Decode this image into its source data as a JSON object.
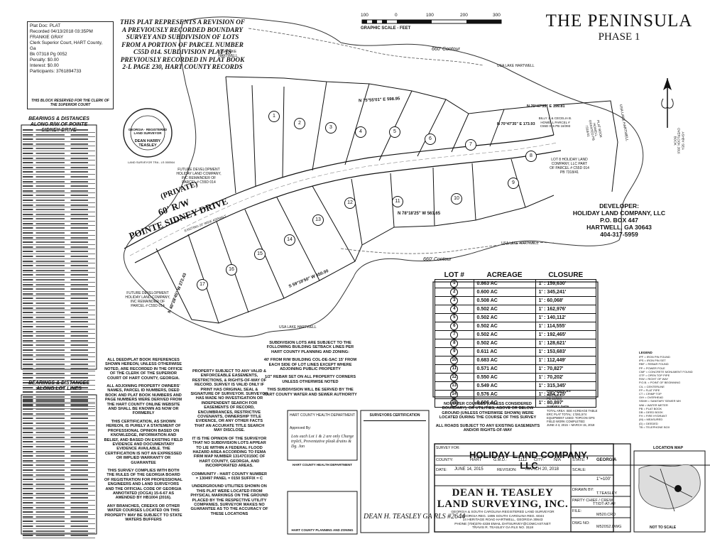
{
  "recording": {
    "lines": [
      "Plat Doc: PLAT",
      "Recorded 04/13/2018 03:35PM",
      "",
      "FRANKIE GRAY",
      "Clerk Superior Court, HART County,",
      "Ga",
      "Bk 07318 Pg 0052",
      "Penalty: $0.00",
      "Interest: $0.00",
      "Participants: 3761894733"
    ],
    "footer": "THIS BLOCK RESERVED FOR THE CLERK OF THE SUPERIOR COURT"
  },
  "header_note": "THIS PLAT REPRESENTS A REVISION OF A PREVIOUSLY RECORDED BOUNDARY SURVEY AND SUBDIVISION OF LOTS FROM A PORTION OF PARCEL NUMBER C55D 014. SUBDIVISION PLAT IS PREVIOUSLY RECORDED IN PLAT BOOK 2-L PAGE 230, HART COUNTY RECORDS",
  "title": {
    "name": "THE PENINSULA",
    "phase": "PHASE 1"
  },
  "scale_bar": {
    "ticks": [
      "100",
      "0",
      "100",
      "200",
      "300"
    ],
    "caption": "GRAPHIC SCALE - FEET"
  },
  "seal": {
    "ring": "GEORGIA · REGISTERED LAND SURVEYOR",
    "name": "DEAN HARRY TEASLEY",
    "caption": "LAND SURVEYOR TRA - LS 000564"
  },
  "map_labels": {
    "road_private": "(PRIVATE)",
    "road_row": "60' R/W",
    "road_name": "POINTE SIDNEY DRIVE",
    "road_asphalt": "EXISTING 20' WIDE ASPHALT",
    "contour_top": "660' Contour",
    "contour_bottom": "660' Contour",
    "usa_lake_1": "USA LAKE HARTWELL",
    "usa_lake_2": "USA LAKE HARTWELL",
    "usa_lake_3": "USA LAKE HARTWELL",
    "usa_lake_4": "USA LAKE HARTWELL",
    "usa_lake_5": "USA LAKE HARTWELL",
    "future_dev_1": "FUTURE DEVELOPMENT HOLIDAY LAND COMPANY, INC REMAINDER OF PARCEL # C55D 014",
    "future_dev_2": "FUTURE DEVELOPMENT HOLIDAY LAND COMPANY, INC REMAINDER OF PARCEL # C55D 014",
    "brg_top": "N 75°55'01\" E 598.95",
    "brg_mid": "N 78°18'25\" W 561.65",
    "brg_bottom": "S 59°19'50\" W 550.00",
    "brg_left": "N 40°28'45\" W 272.43",
    "brg_r1": "N 70°47'35\" E 173.93",
    "brg_r2": "N 70°47'35\" E 199.81",
    "lot8_owner": "LOT 8 HOLIDAY LAND COMPANY, LLC PART OF PARCEL # C55D 014 PB 7318/41",
    "billy": "BILLY J. & CECELIA B. HOWELL PARCEL # C55D 015 PB 18/393",
    "pb_note": "PLAT BOOK HOWELL GRANTED PB 7318/41",
    "sidebar_right": "ASHBY SEA OVERLOOK 2016 BOOK"
  },
  "lots_on_map": [
    "1",
    "2",
    "3",
    "4",
    "5",
    "6",
    "7",
    "8",
    "9",
    "10",
    "11",
    "12",
    "13",
    "14",
    "15",
    "16",
    "17"
  ],
  "bearings_drive": {
    "title": "BEARINGS & DISTANCES ALONG R/W OF POINTE SIDNEY DRIVE",
    "rows": 60
  },
  "bearings_lots": {
    "title": "BEARINGS & DISTANCES ALONG LOT LINES",
    "rows": 30
  },
  "notes_left": [
    "ALL DEED/PLAT BOOK REFERENCES SHOWN HEREON, UNLESS OTHERWISE NOTED, ARE RECORDED IN THE OFFICE OF THE CLERK OF THE SUPERIOR COURT OF HART COUNTY, GEORGIA.",
    "ALL ADJOINING PROPERTY OWNERS' NAMES, PARCEL ID NUMBERS, DEED BOOK AND PLAT BOOK NUMBERS AND PAGE NUMBERS WERE DERIVED FROM THE HART COUNTY ONLINE WEBSITE AND SHALL BE KNOWN AS NOW OR FORMERLY",
    "THIS CERTIFICATION, AS SHOWN HEREON, IS PURELY A STATEMENT OF PROFESSIONAL OPINION BASED ON KNOWLEDGE, INFORMATION AND BELIEF, AND BASED ON EXISTING FIELD EVIDENCE AND DOCUMENTARY EVIDENCE AVAILABLE. THE CERTIFICATION IS NOT AN EXPRESSED OR IMPLIED WARRANTY OR GUARANTEE",
    "THIS SURVEY COMPLIES WITH BOTH THE RULES OF THE GEORGIA BOARD OF REGISTRATION FOR PROFESSIONAL ENGINEERS AND LAND SURVEYORS AND THE OFFICIAL CODE OF GEORGIA ANNOTATED (OCGA) 15-6-67 AS AMENDED BY HB1004 (2016).",
    "ANY BRANCHES, CREEKS OR OTHER WATER COURSES LOCATED ON THIS PROPERTY MAY BE SUBJECT TO STATE WATERS BUFFERS"
  ],
  "notes_mid": [
    "PROPERTY SUBJECT TO ANY VALID & ENFORCEABLE EASEMENTS, RESTRICTIONS, & RIGHTS-OF-WAY OF RECORD. SURVEY IS VALID ONLY IF PRINT HAS ORIGINAL SEAL & SIGNATURE OF SURVEYOR. SURVEYOR HAS MADE NO INVESTIGATION OR INDEPENDENT SEARCH FOR EASEMENTS OF RECORD, ENCUMBRANCES, RESTRICTIVE COVENANTS, OWNERSHIP TITLE EVIDENCE, OR ANY OTHER FACTS THAT AN ACCURATE TITLE SEARCH MAY DISCLOSE.",
    "IT IS THE OPINION OF THE SURVEYOR THAT NO SUBDIVISION LOTS APPEAR TO LIE WITHIN A FEDERAL FLOOD HAZARD AREA ACCORDING TO FEMA FIRM MAP NUMBER 13147C0150C OF HART COUNTY, GEORGIA, AND INCORPORATED AREAS.",
    "COMMUNITY - HART COUNTY NUMBER = 130497 PANEL = 0150 SUFFIX = C",
    "UNDERGROUND UTILITIES SHOWN ON THIS PLAT WERE LOCATED FROM PHYSICAL MARKINGS ON THE GROUND PLACED BY THE RESPECTIVE UTILITY COMPANIES. SURVEYOR MAKES NO GUARANTEE AS TO THE ACCURACY OF THESE LOCATIONS"
  ],
  "notes_setback": [
    "SUBDIVISION LOTS ARE SUBJECT TO THE FOLLOWING BUILDING SETBACK LINES PER HART COUNTY PLANNING AND ZONING:",
    "40' FROM R/W BUILDING COL-DE-SAC 15' FROM EACH SIDE OF LOT LINES EXCEPT WHERE ADJOINING PUBLIC PROPERTY",
    "1/2\" REBAR SET ON ALL PROPERTY CORNERS UNLESS OTHERWISE NOTED",
    "THIS SUBDIVISION WILL BE SERVED BY THE HART COUNTY WATER AND SEWER AUTHORITY"
  ],
  "health_box": {
    "top": "HART COUNTY HEALTH DEPARTMENT",
    "approved": "Approved By:",
    "caption": "HART COUNTY HEALTH DEPARTMENT",
    "handwritten": "Lots each Lot 1 & 2 are only Charge trpleS, Preventative pleak drains & Dg. Jan"
  },
  "planning_box": {
    "caption": "HART COUNTY PLANNING AND ZONING"
  },
  "surveyor_cert": {
    "title": "SURVEYORS CERTIFICATION",
    "signer": "DEAN H. TEASLEY GA RLS #2644"
  },
  "right_notes": [
    "NO WATER COURSES (UNLESS CONSIDERED BOUNDARY), OR UTILITIES, ABOVE OR BELOW GROUND (UNLESS OTHERWISE SHOWN) WERE LOCATED DURING THE COURSE OF THIS SURVEY",
    "ALL ROADS SUBJECT TO ANY EXISTING EASEMENTS AND/OR RIGHTS-OF-WAY"
  ],
  "references": {
    "title": "PREFERENCES",
    "lines": [
      "PB 2-L/230",
      "PB 34/593"
    ]
  },
  "survey_data": {
    "title": "SURVEY DATA",
    "lines": [
      "TOTAL AREA: SEE ACREAGE TABLE",
      "ERC PLAT TOTAL: 1'/281,574",
      "EQUIPMENT USED: TOPCON GPS",
      "FIELD WORK COMPLETED:",
      "JUNE 4-3, 2015 ~ MARCH 15, 2018"
    ]
  },
  "legend": {
    "title": "LEGEND",
    "items": [
      "IPF = IRON PIN FOUND",
      "IPS = IRON PIN SET",
      "RBF = REBAR FOUND",
      "PP = POWER POLE",
      "CMF = CONCRETE MONUMENT FOUND",
      "OTF = OPEN TOP PIPE",
      "R/W = RIGHT OF WAY",
      "P.O.B. = POINT OF BEGINNING",
      "C/L = CENTERLINE",
      "FP = FLAT PIPE",
      "CT = CRIMP TOP",
      "O/H = OVERHEAD",
      "SSMH = SANITARY SEWER MH",
      "WM = WATER METER",
      "PB = PLAT BOOK",
      "DB = DEED BOOK",
      "FH = FIRE HYDRANT",
      "(M) = MEASURED",
      "(D) = DEEDED",
      "TB = TELEPHONE BOX"
    ]
  },
  "lot_table": {
    "headers": [
      "LOT #",
      "ACREAGE",
      "CLOSURE"
    ],
    "rows": [
      [
        "1",
        "0.863 AC",
        "1' : 159,630'"
      ],
      [
        "2",
        "0.600 AC",
        "1' : 345,241'"
      ],
      [
        "3",
        "0.508 AC",
        "1' : 60,068'"
      ],
      [
        "4",
        "0.502 AC",
        "1' : 162,976'"
      ],
      [
        "5",
        "0.502 AC",
        "1' : 140,112'"
      ],
      [
        "6",
        "0.502 AC",
        "1' : 114,555'"
      ],
      [
        "7",
        "0.502 AC",
        "1' : 192,465'"
      ],
      [
        "8",
        "0.502 AC",
        "1' : 128,621'"
      ],
      [
        "9",
        "0.611 AC",
        "1' : 153,683'"
      ],
      [
        "10",
        "0.683 AC",
        "1' : 112,449'"
      ],
      [
        "11",
        "0.571 AC",
        "1' : 70,827'"
      ],
      [
        "12",
        "0.550 AC",
        "1' : 70,202'"
      ],
      [
        "13",
        "0.549 AC",
        "1' : 315,345'"
      ],
      [
        "14",
        "0.576 AC",
        "1' : 284,775'"
      ],
      [
        "15",
        "0.606 AC",
        "1' : 80,897'"
      ]
    ]
  },
  "developer": {
    "lines": [
      "DEVELOPER:",
      "HOLIDAY LAND COMPANY, LLC",
      "P.O. BOX 447",
      "HARTWELL, GA 30643",
      "404-317-5959"
    ]
  },
  "title_block": {
    "survey_for_label": "SURVEY FOR:",
    "survey_for": "HOLIDAY LAND COMPANY, LLC",
    "county_label": "COUNTY:",
    "county": "HART",
    "gmd_label": "G.M.D.:",
    "gmd": "1112",
    "city_label": "CITY:",
    "city": "N/A",
    "state_label": "STATE:",
    "state": "GEORGIA",
    "date_label": "DATE:",
    "date": "JUNE 14, 2015",
    "revision_label": "REVISION:",
    "revision": "MARCH 20, 2018",
    "scale_label": "SCALE:",
    "scale": "1\"=100'",
    "drawn_label": "DRAWN BY:",
    "drawn": "T.TEASLEY",
    "party_label": "PARTY CHIEF / CREW:",
    "party": "TT/DT-AT-AF",
    "file_label": "FILE:",
    "file": "M520.CRD",
    "dwg_label": "DWG NO:",
    "dwg": "M520S2.DWG",
    "firm_1": "DEAN H. TEASLEY",
    "firm_2": "LAND SURVEYING, INC.",
    "firm_lines": [
      "GEORGIA & SOUTH CAROLINA REGISTERED LAND SURVEYOR",
      "GEORGIA REG. 1895  SOUTH CAROLINA REG. 6044",
      "14 HERITAGE ROAD  HARTWELL, GEORGIA 30643",
      "PHONE (706)376-4338  EMAIL DHTSURVEY@COMCAST.NET",
      "TRAVIS R. TEASLEY  GA RLS NO. 3118"
    ]
  },
  "location_map": {
    "title": "LOCATION MAP",
    "caption": "NOT TO SCALE"
  }
}
